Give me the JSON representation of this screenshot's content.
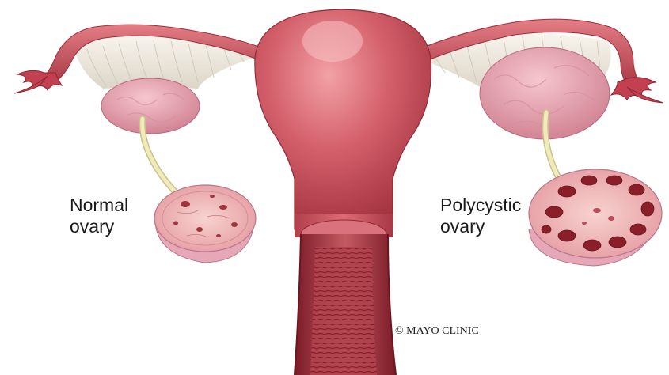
{
  "labels": {
    "normal_line1": "Normal",
    "normal_line2": "ovary",
    "poly_line1": "Polycystic",
    "poly_line2": "ovary"
  },
  "credit": "© MAYO CLINIC",
  "colors": {
    "uterus": "#cf5560",
    "uterus_dark": "#9e2f3b",
    "ovary": "#e7a0ae",
    "ovary_cut": "#f1c3c5",
    "cyst": "#8a1f29",
    "ligament": "#f2ede4",
    "arrow": "#eee8b2"
  },
  "icons": {
    "normal_ovary": "normal-ovary-cross-section",
    "polycystic_ovary": "polycystic-ovary-cross-section"
  }
}
